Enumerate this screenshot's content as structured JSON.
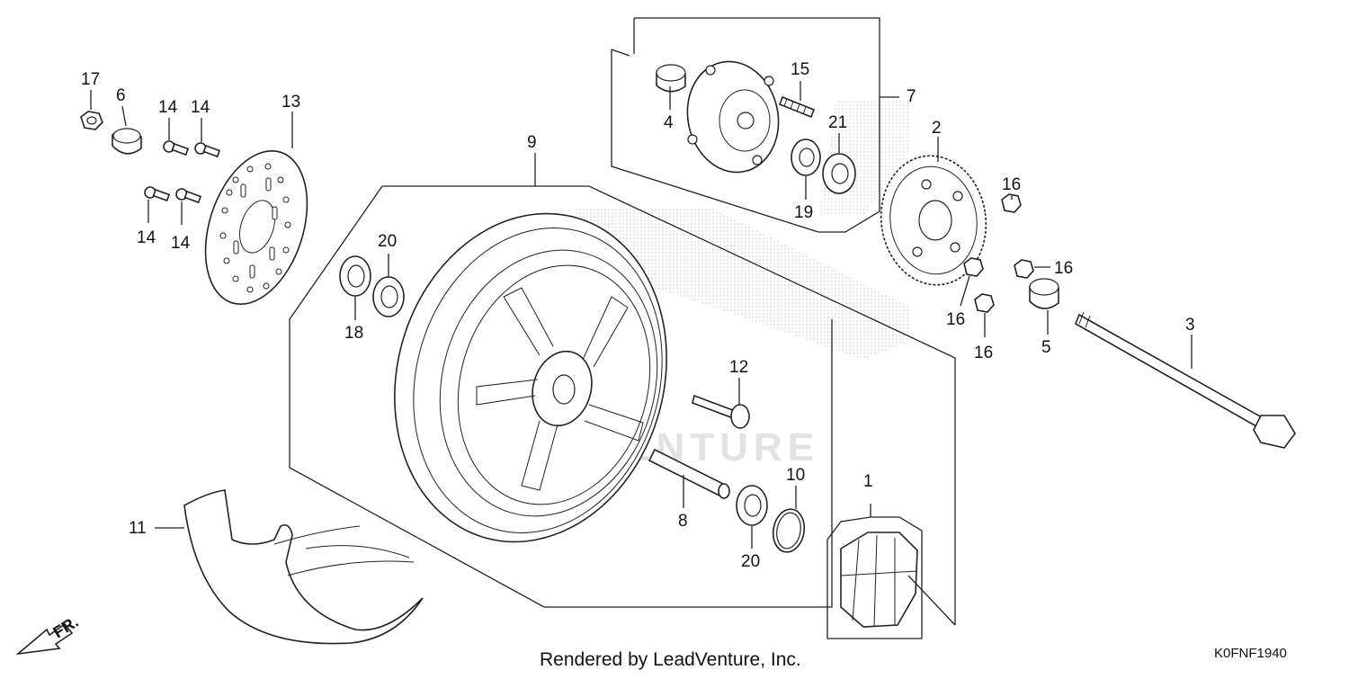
{
  "diagram": {
    "footer_credit": "Rendered by LeadVenture, Inc.",
    "diagram_code": "K0FNF1940",
    "front_indicator": "FR.",
    "watermark_text": "LEADVENTURE",
    "callouts": {
      "c1": "1",
      "c2": "2",
      "c3": "3",
      "c4": "4",
      "c5": "5",
      "c6": "6",
      "c7": "7",
      "c8": "8",
      "c9": "9",
      "c10": "10",
      "c11": "11",
      "c12": "12",
      "c13": "13",
      "c14a": "14",
      "c14b": "14",
      "c14c": "14",
      "c14d": "14",
      "c15": "15",
      "c16a": "16",
      "c16b": "16",
      "c16c": "16",
      "c16d": "16",
      "c17": "17",
      "c18": "18",
      "c19": "19",
      "c20a": "20",
      "c20b": "20",
      "c21": "21"
    }
  }
}
